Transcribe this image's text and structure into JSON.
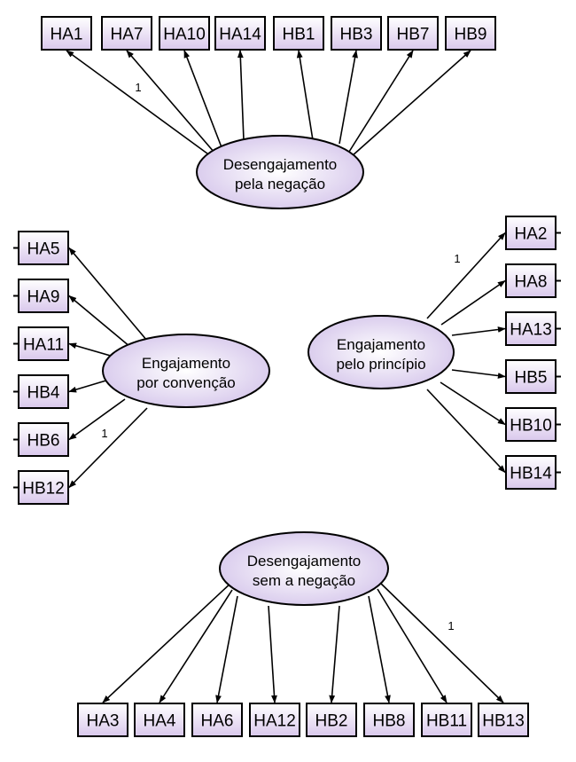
{
  "factors": {
    "top": {
      "label_line1": "Desengajamento",
      "label_line2": "pela negação",
      "indicators": [
        "HA1",
        "HA7",
        "HA10",
        "HA14",
        "HB1",
        "HB3",
        "HB7",
        "HB9"
      ],
      "fixed_loading": "1"
    },
    "left": {
      "label_line1": "Engajamento",
      "label_line2": "por convenção",
      "indicators": [
        "HA5",
        "HA9",
        "HA11",
        "HB4",
        "HB6",
        "HB12"
      ],
      "fixed_loading": "1"
    },
    "right": {
      "label_line1": "Engajamento",
      "label_line2": "pelo princípio",
      "indicators": [
        "HA2",
        "HA8",
        "HA13",
        "HB5",
        "HB10",
        "HB14"
      ],
      "fixed_loading": "1"
    },
    "bottom": {
      "label_line1": "Desengajamento",
      "label_line2": "sem a negação",
      "indicators": [
        "HA3",
        "HA4",
        "HA6",
        "HA12",
        "HB2",
        "HB8",
        "HB11",
        "HB13"
      ],
      "fixed_loading": "1"
    }
  },
  "colors": {
    "box_gradient_top": "#ffffff",
    "box_gradient_bottom": "#d9c8ec",
    "ellipse_gradient_center": "#ffffff",
    "ellipse_gradient_edge": "#d3c3ea",
    "stroke": "#000000"
  }
}
